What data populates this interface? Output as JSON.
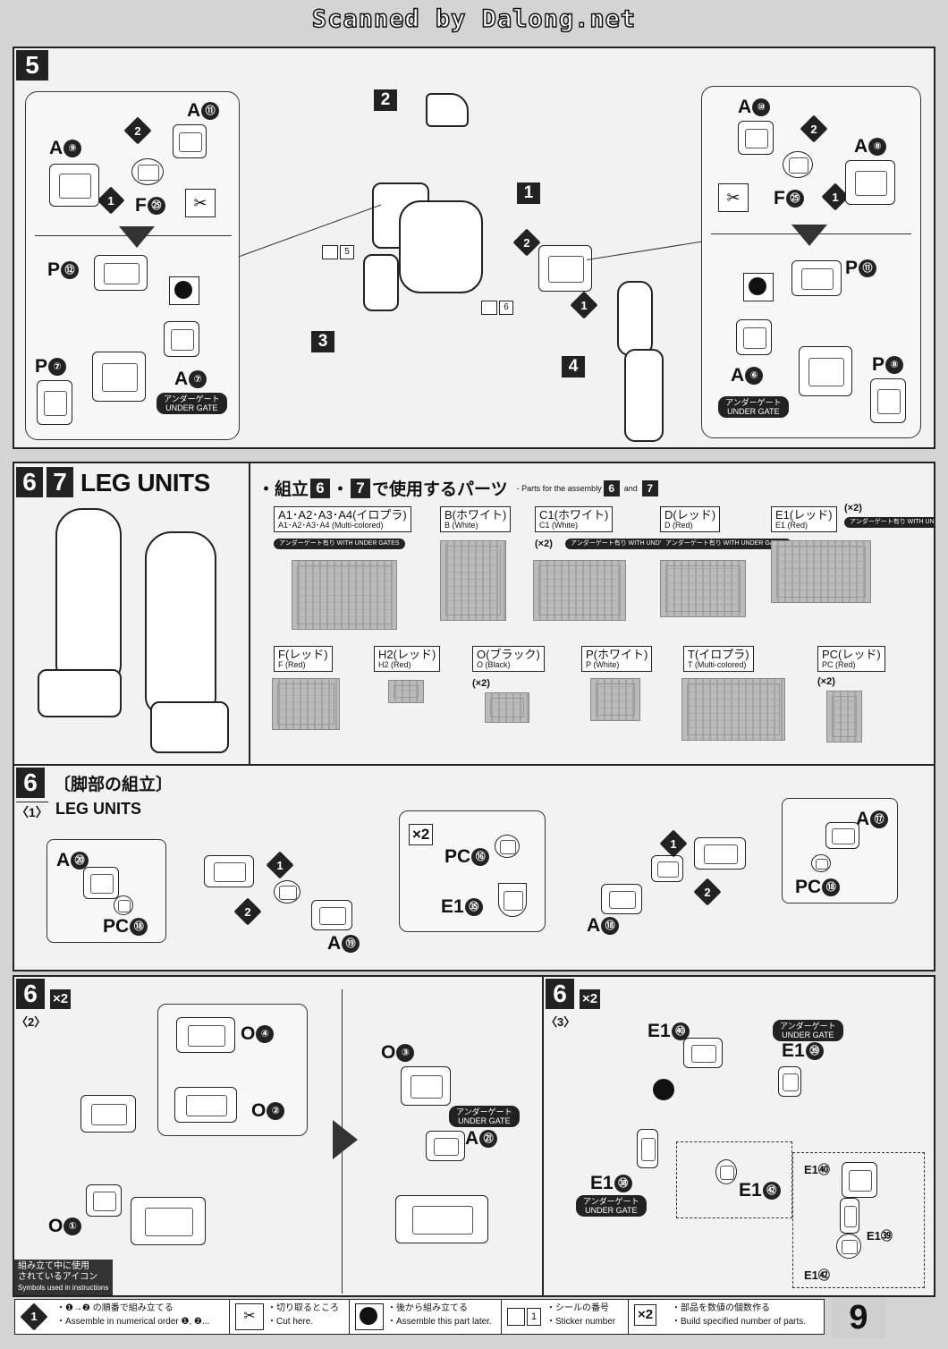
{
  "header": {
    "scan_credit": "Scanned by Dalong.net"
  },
  "step5": {
    "number": "5",
    "left": {
      "labels": [
        "A",
        "A",
        "F",
        "P",
        "P",
        "A"
      ],
      "nums": [
        "⑪",
        "⑨",
        "㉕",
        "⑫",
        "⑦",
        "⑦"
      ],
      "under_gate": [
        "アンダーゲート",
        "UNDER GATE"
      ]
    },
    "right": {
      "labels": [
        "A",
        "A",
        "F",
        "P",
        "A",
        "P"
      ],
      "nums": [
        "⑩",
        "⑧",
        "㉕",
        "⑪",
        "⑥",
        "⑧"
      ],
      "under_gate": [
        "アンダーゲート",
        "UNDER GATE"
      ]
    },
    "center": {
      "callouts": [
        "2",
        "1",
        "3",
        "4"
      ],
      "stickers": [
        "5",
        "6"
      ]
    }
  },
  "parts_panel": {
    "step_nums": [
      "6",
      "7"
    ],
    "title": "LEG UNITS",
    "heading_pre": "・組立",
    "heading_sep": "・",
    "heading_post": "で使用するパーツ",
    "heading_en": "- Parts for the assembly",
    "heading_and": "and",
    "runners": [
      {
        "jp": "A1･A2･A3･A4(イロプラ)",
        "en": "A1･A2･A3･A4 (Multi-colored)",
        "tag": "アンダーゲート有り WITH UNDER GATES",
        "mult": ""
      },
      {
        "jp": "B(ホワイト)",
        "en": "B (White)",
        "tag": "",
        "mult": ""
      },
      {
        "jp": "C1(ホワイト)",
        "en": "C1 (White)",
        "tag": "アンダーゲート有り WITH UNDER GATES",
        "mult": "(×2)"
      },
      {
        "jp": "D(レッド)",
        "en": "D (Red)",
        "tag": "アンダーゲート有り WITH UNDER GATES",
        "mult": ""
      },
      {
        "jp": "E1(レッド)",
        "en": "E1 (Red)",
        "tag": "アンダーゲート有り WITH UNDER GATES",
        "mult": "(×2)"
      },
      {
        "jp": "F(レッド)",
        "en": "F (Red)",
        "tag": "",
        "mult": ""
      },
      {
        "jp": "H2(レッド)",
        "en": "H2 (Red)",
        "tag": "",
        "mult": ""
      },
      {
        "jp": "O(ブラック)",
        "en": "O (Black)",
        "tag": "",
        "mult": "(×2)"
      },
      {
        "jp": "P(ホワイト)",
        "en": "P (White)",
        "tag": "",
        "mult": ""
      },
      {
        "jp": "T(イロプラ)",
        "en": "T (Multi-colored)",
        "tag": "",
        "mult": ""
      },
      {
        "jp": "PC(レッド)",
        "en": "PC (Red)",
        "tag": "",
        "mult": "(×2)"
      }
    ]
  },
  "step6_1": {
    "number": "6",
    "title_jp": "〔脚部の組立〕",
    "sub": "〈1〉",
    "title_en": "LEG UNITS",
    "mult": "×2",
    "labels": {
      "a20": "A",
      "a20n": "⑳",
      "pc18a": "PC",
      "pc18an": "⑱",
      "a19": "A",
      "a19n": "⑲",
      "pc16": "PC",
      "pc16n": "⑯",
      "e135": "E1",
      "e135n": "㉟",
      "a18": "A",
      "a18n": "⑱",
      "a17": "A",
      "a17n": "⑰",
      "pc18b": "PC",
      "pc18bn": "⑱"
    }
  },
  "step6_2": {
    "number": "6",
    "sub": "〈2〉",
    "mult": "×2",
    "labels": {
      "o4": "O",
      "o4n": "④",
      "o2": "O",
      "o2n": "②",
      "o1": "O",
      "o1n": "①",
      "o3": "O",
      "o3n": "③",
      "a21": "A",
      "a21n": "㉑"
    },
    "under_gate": [
      "アンダーゲート",
      "UNDER GATE"
    ]
  },
  "step6_3": {
    "number": "6",
    "sub": "〈3〉",
    "mult": "×2",
    "labels": {
      "e140": "E1",
      "e140n": "㊵",
      "e139": "E1",
      "e139n": "㊴",
      "e138": "E1",
      "e138n": "㊳",
      "e142": "E1",
      "e142n": "㊷"
    },
    "inset": [
      "E1㊵",
      "E1㊴",
      "E1㊷"
    ],
    "under_gate": [
      "アンダーゲート",
      "UNDER GATE"
    ]
  },
  "symbols_box": {
    "jp1": "組み立て中に使用",
    "jp2": "されているアイコン",
    "en": "Symbols used in instructions"
  },
  "legend": [
    {
      "jp": "・❶→❷ の順番で組み立てる",
      "en": "・Assemble in numerical order ❶, ❷..."
    },
    {
      "jp": "・切り取るところ",
      "en": "・Cut here."
    },
    {
      "jp": "・後から組み立てる",
      "en": "・Assemble this part later."
    },
    {
      "jp": "・シールの番号",
      "en": "・Sticker number"
    },
    {
      "jp": "・部品を数値の個数作る",
      "en": "・Build specified number of parts."
    }
  ],
  "page_number": "9"
}
